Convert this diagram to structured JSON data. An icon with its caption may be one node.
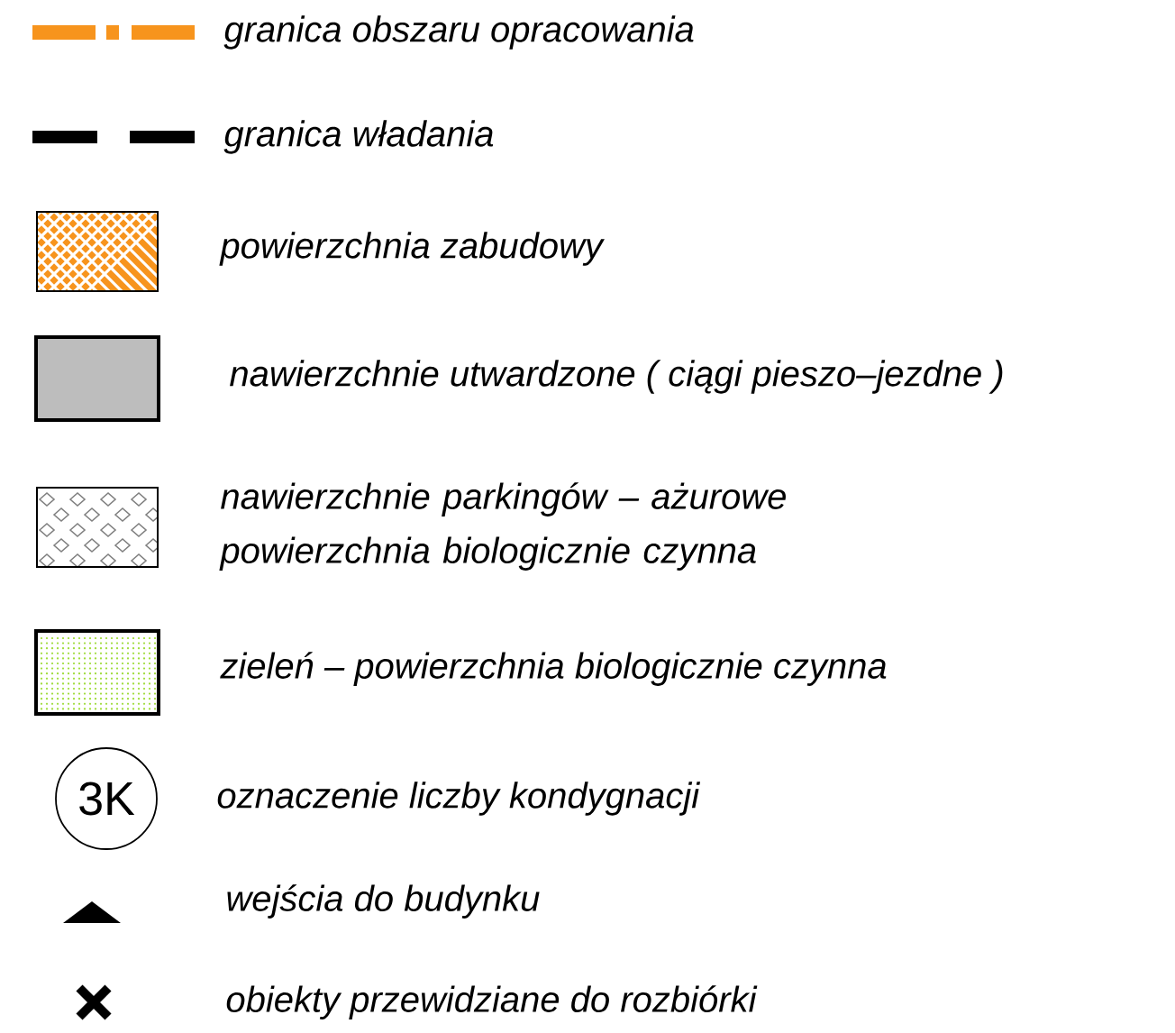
{
  "diagram": {
    "labels": [
      "3K"
    ],
    "legend": [
      {
        "text": "granica obszaru opracowania"
      },
      {
        "text": "granica władania"
      },
      {
        "text": "powierzchnia zabudowy"
      },
      {
        "text": "nawierzchnie utwardzone ( ciągi pieszo–jezdne )",
        "color": "#bdbdbd"
      },
      {
        "text": "nawierzchnie parkingów – ażurowe powierzchnia biologicznie czynna"
      },
      {
        "text": "zieleń – powierzchnia biologicznie czynna"
      },
      {
        "text": "oznaczenie liczby kondygnacji"
      },
      {
        "text": "wejścia do budynku"
      },
      {
        "text": "obiekty przewidziane do rozbiórki"
      }
    ]
  }
}
